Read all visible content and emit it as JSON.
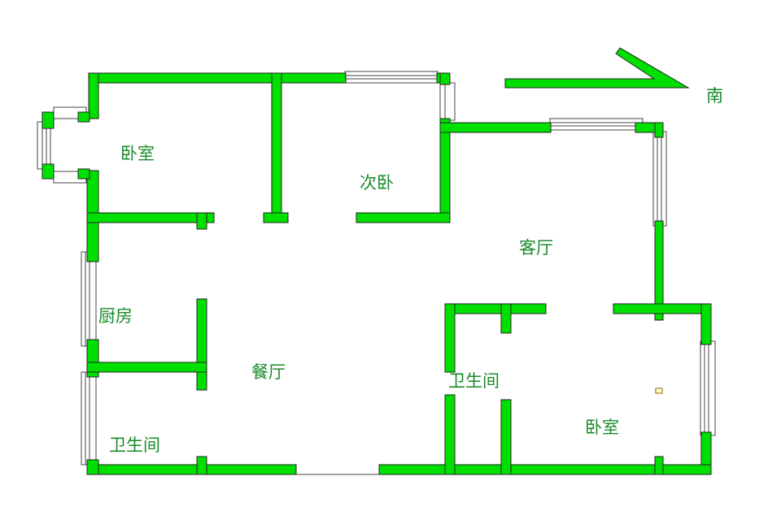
{
  "colors": {
    "wall": "#00e000",
    "label": "#1a8a2a",
    "window_frame": "#444444",
    "background": "#ffffff"
  },
  "compass": {
    "label": "南",
    "icon": "north-arrow-icon"
  },
  "rooms": {
    "bedroom_west": "卧室",
    "second_bedroom": "次卧",
    "living_room": "客厅",
    "kitchen": "厨房",
    "dining_room": "餐厅",
    "bathroom_southwest": "卫生间",
    "bathroom_center": "卫生间",
    "bedroom_east": "卧室"
  }
}
